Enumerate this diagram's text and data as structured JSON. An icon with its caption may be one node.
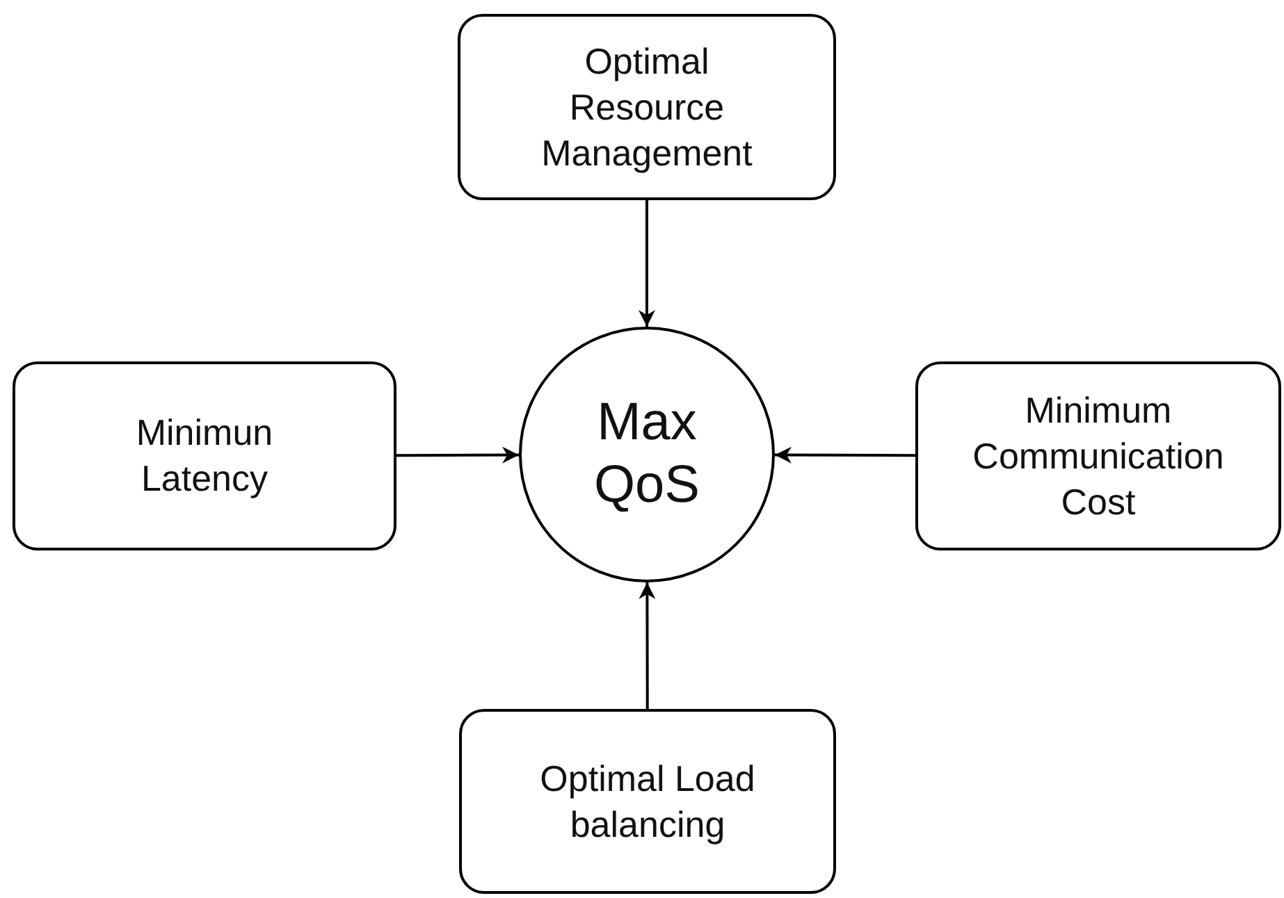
{
  "diagram": {
    "nodes": [
      {
        "text": [
          "Optimal Resource Management"
        ]
      },
      {
        "text": [
          "Minimun Latency"
        ]
      },
      {
        "text": [
          "Max QoS"
        ]
      },
      {
        "text": [
          "Minimum Communication Cost"
        ]
      },
      {
        "text": [
          "Optimal Load balancing"
        ]
      }
    ],
    "edges": [
      {
        "from": 0,
        "to": 2,
        "arrow": "to"
      },
      {
        "from": 1,
        "to": 2,
        "arrow": "to"
      },
      {
        "from": 3,
        "to": 2,
        "arrow": "to"
      },
      {
        "from": 4,
        "to": 2,
        "arrow": "to"
      }
    ]
  }
}
